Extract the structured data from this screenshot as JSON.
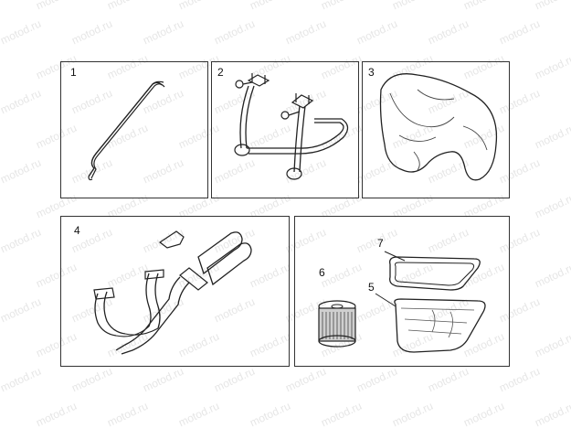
{
  "watermark_text": "motod.ru",
  "panels": [
    {
      "id": "1",
      "label": "1"
    },
    {
      "id": "2",
      "label": "2"
    },
    {
      "id": "3",
      "label": "3"
    },
    {
      "id": "4",
      "label": "4"
    },
    {
      "id": "5",
      "label": "5"
    },
    {
      "id": "6",
      "label": "6"
    },
    {
      "id": "7",
      "label": "7"
    }
  ],
  "colors": {
    "line": "#222222",
    "border": "#333333",
    "watermark": "#e6e6e6"
  }
}
